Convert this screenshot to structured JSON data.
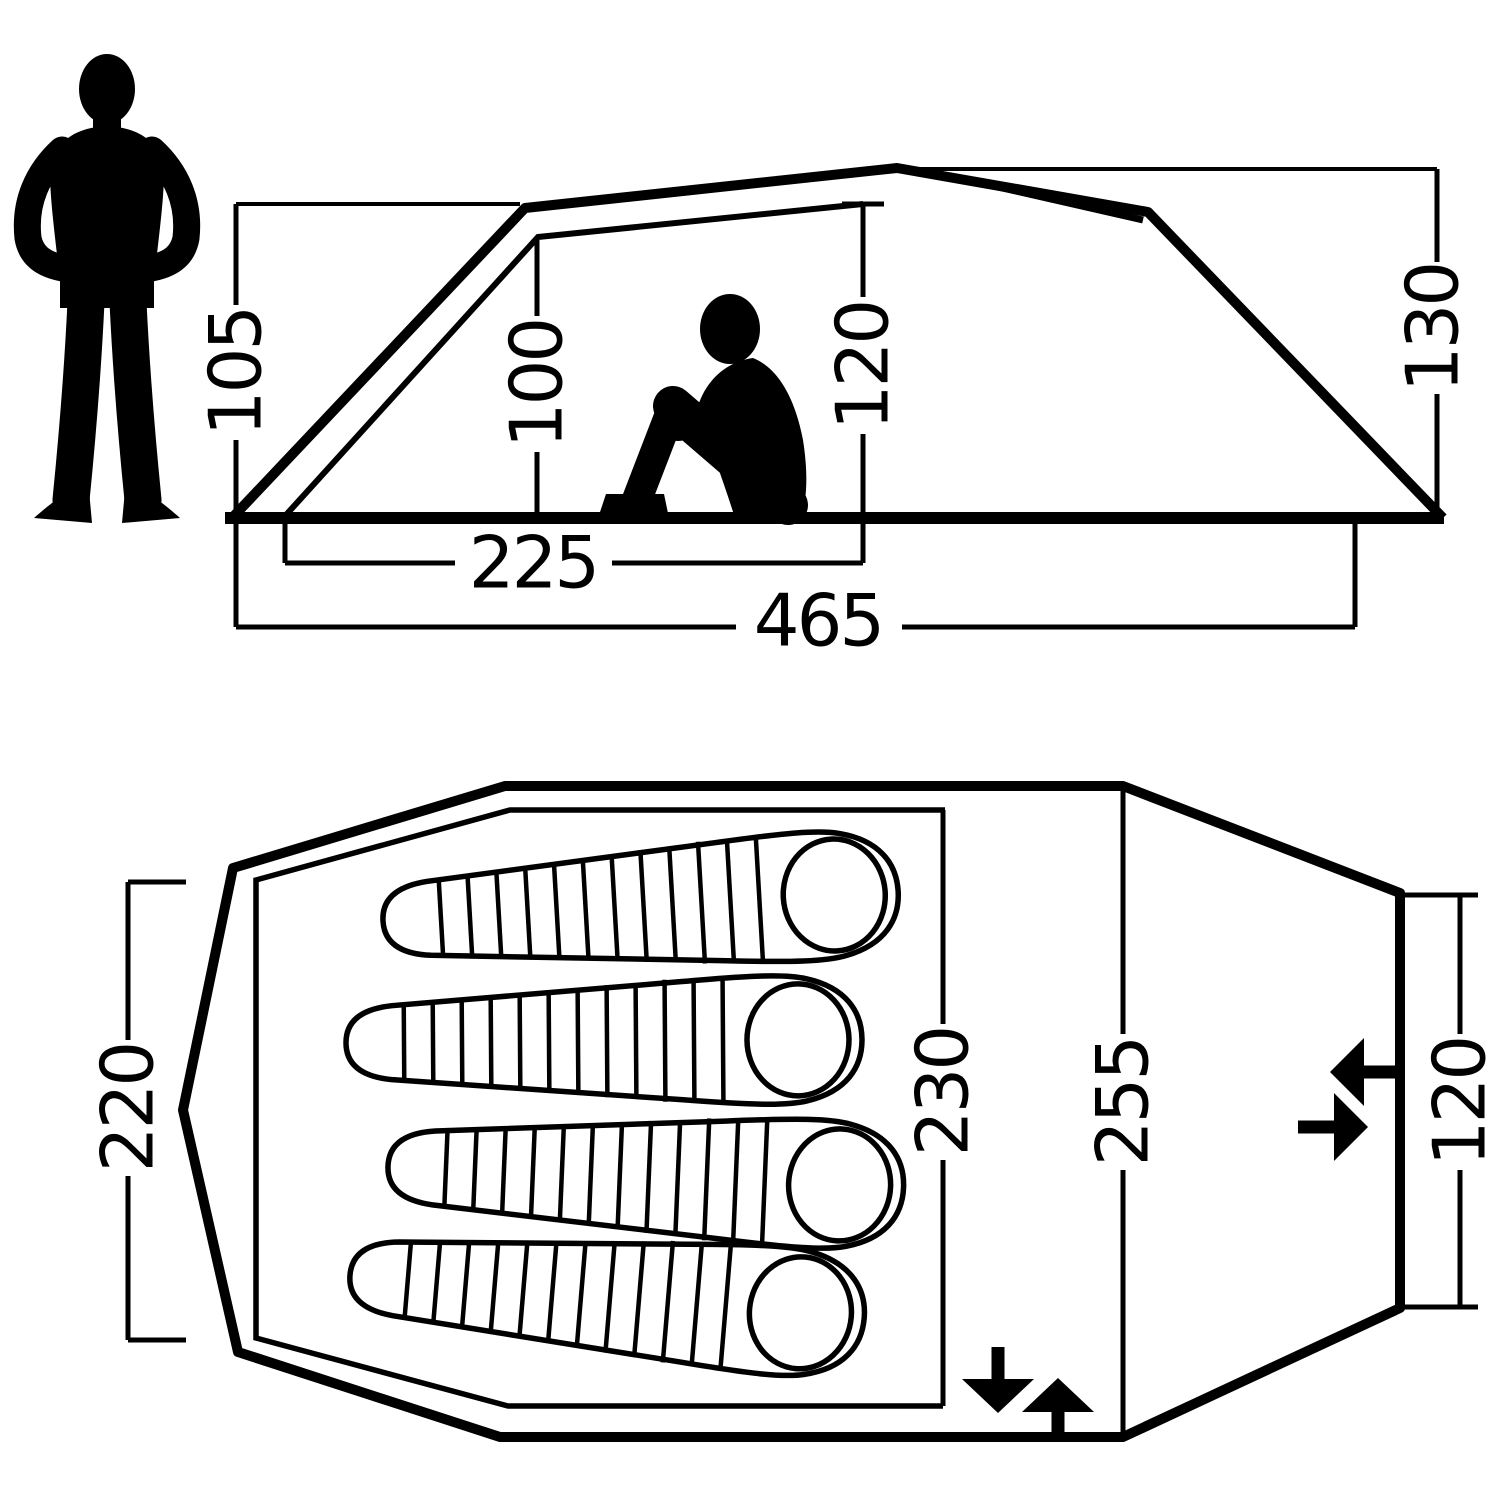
{
  "colors": {
    "line": "#000000",
    "background": "#ffffff"
  },
  "side_view": {
    "vestibule_height": "105",
    "inner_height_front": "100",
    "inner_height_rear": "120",
    "peak_height": "130",
    "inner_length": "225",
    "total_length": "465"
  },
  "floor_plan": {
    "rear_width": "220",
    "inner_width": "230",
    "max_width": "255",
    "door_width": "120"
  },
  "icons": {
    "standing_person": "standing-person-silhouette",
    "sitting_person": "sitting-person-silhouette",
    "sleeping_bags": "sleeping-bag-top-view-icon",
    "entrance_arrows": "entrance-direction-arrows"
  }
}
